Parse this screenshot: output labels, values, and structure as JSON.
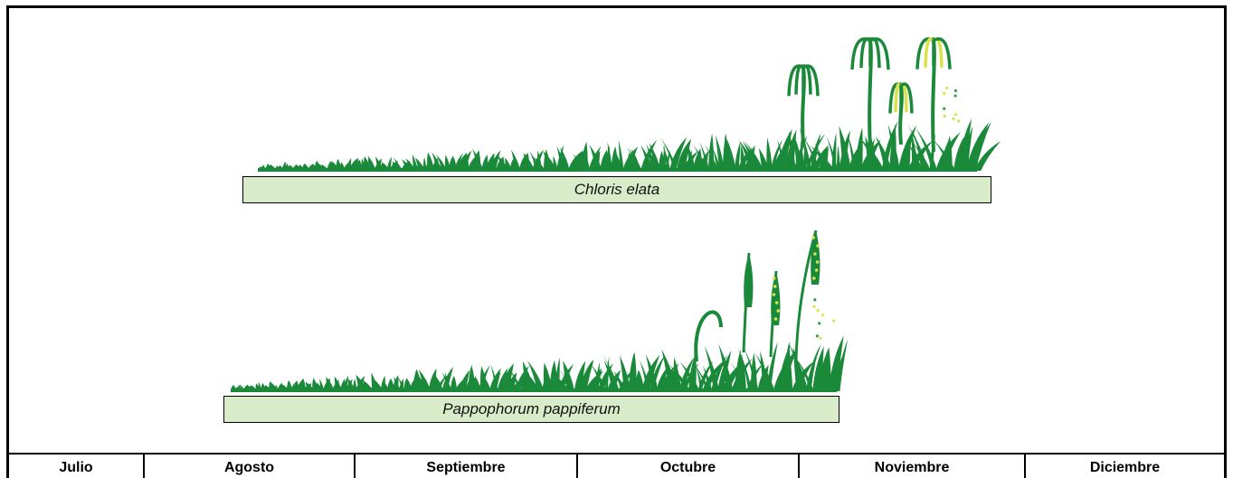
{
  "colors": {
    "grass": "#1a8a3a",
    "grass_light": "#2e9e48",
    "flower_yellow": "#d8e34a",
    "bar_fill": "#d9ecc9",
    "border": "#000000"
  },
  "species": [
    {
      "name": "Chloris elata"
    },
    {
      "name": "Pappophorum pappiferum"
    }
  ],
  "months": [
    "Julio",
    "Agosto",
    "Septiembre",
    "Octubre",
    "Noviembre",
    "Diciembre"
  ]
}
